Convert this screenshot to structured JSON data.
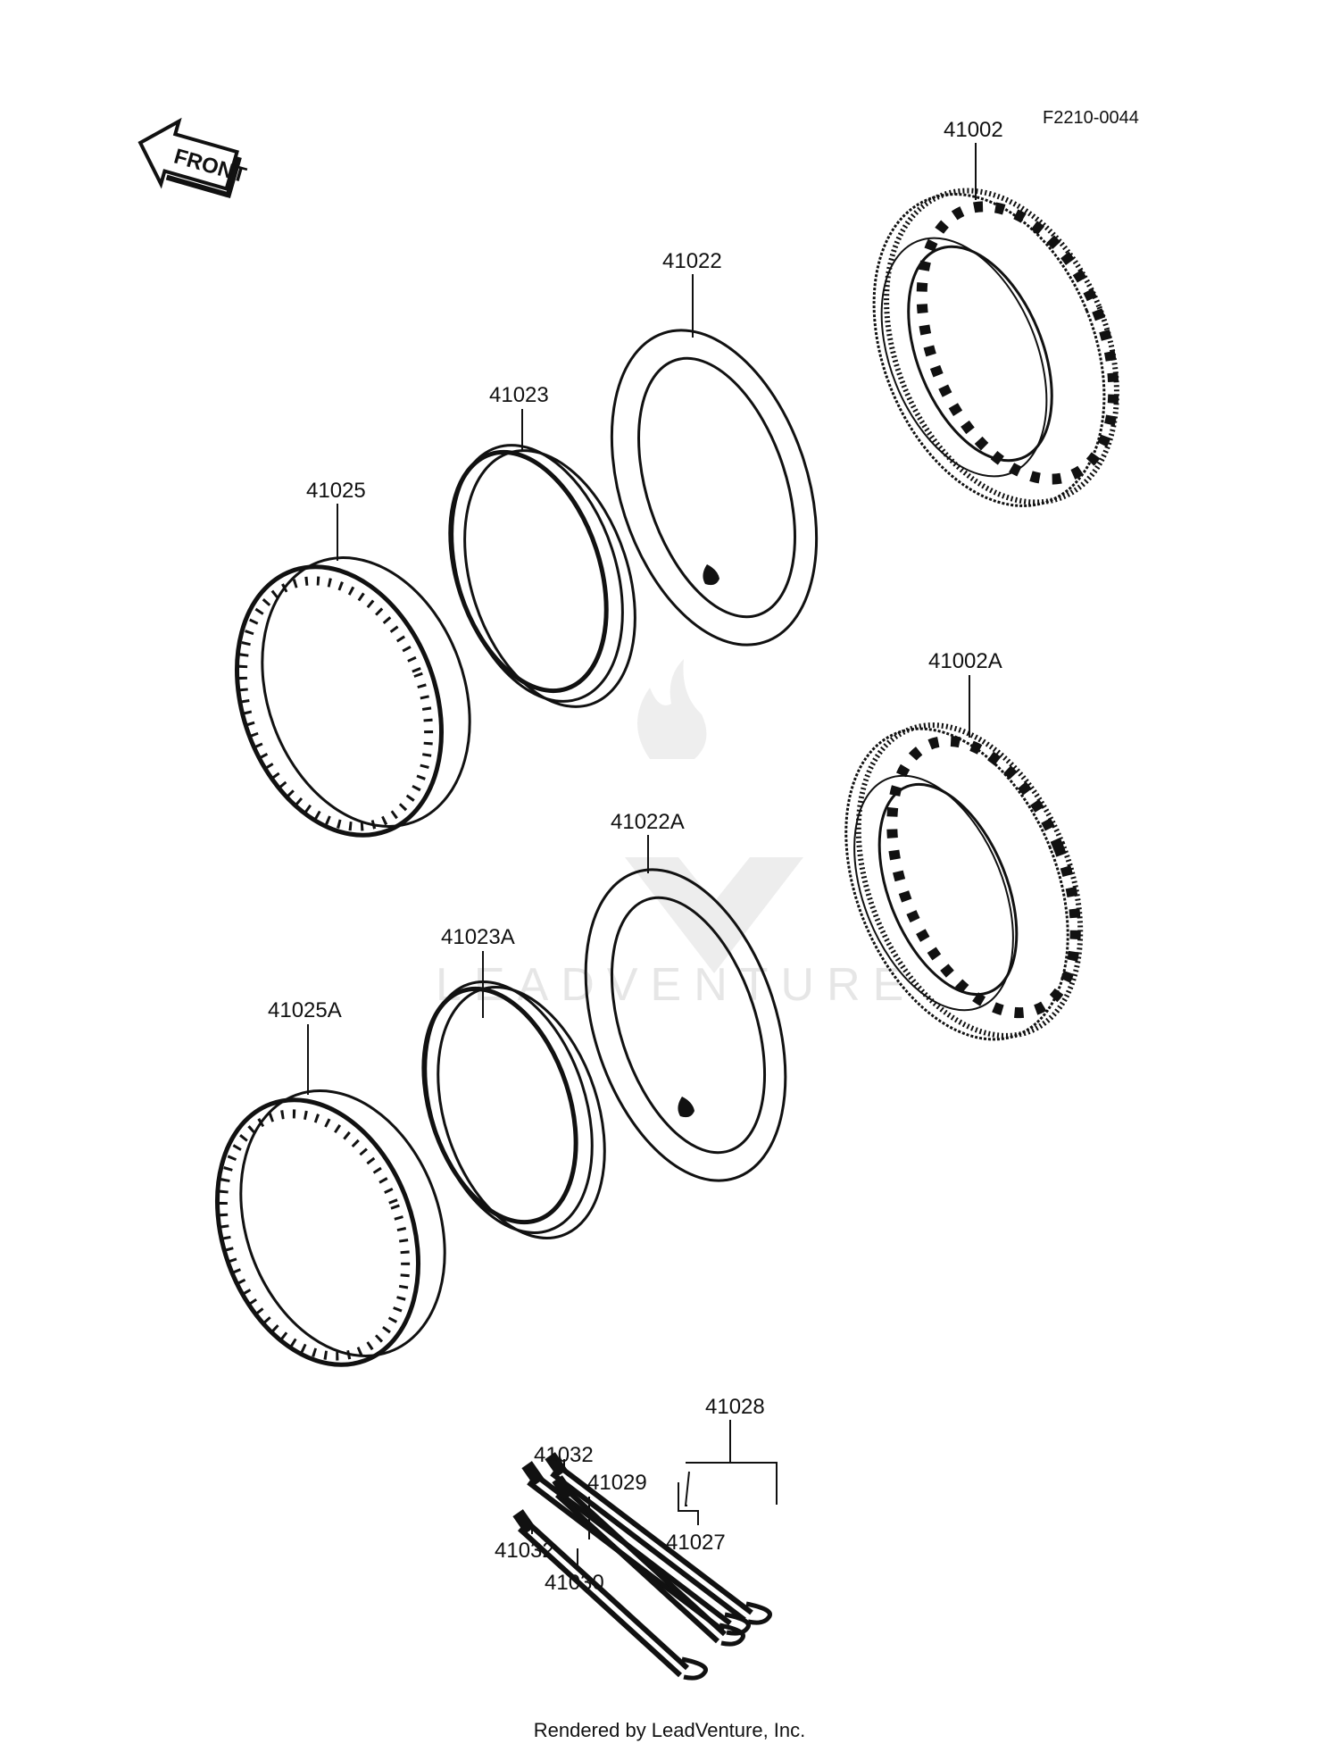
{
  "figure_code": "F2210-0044",
  "direction_arrow": "FRONT",
  "watermark": "LEADVENTURE",
  "footer": "Rendered by LeadVenture, Inc.",
  "parts": {
    "tire_front": "41002",
    "tire_rear": "41002A",
    "tube_front": "41022",
    "tube_rear": "41022A",
    "rim_band_front": "41023",
    "rim_band_rear": "41023A",
    "rim_front": "41025",
    "rim_rear": "41025A",
    "spoke_set": "41028",
    "spoke_inner": "41027",
    "spoke_a": "41029",
    "spoke_b": "41030",
    "nipple_a": "41032",
    "nipple_b": "41032"
  }
}
